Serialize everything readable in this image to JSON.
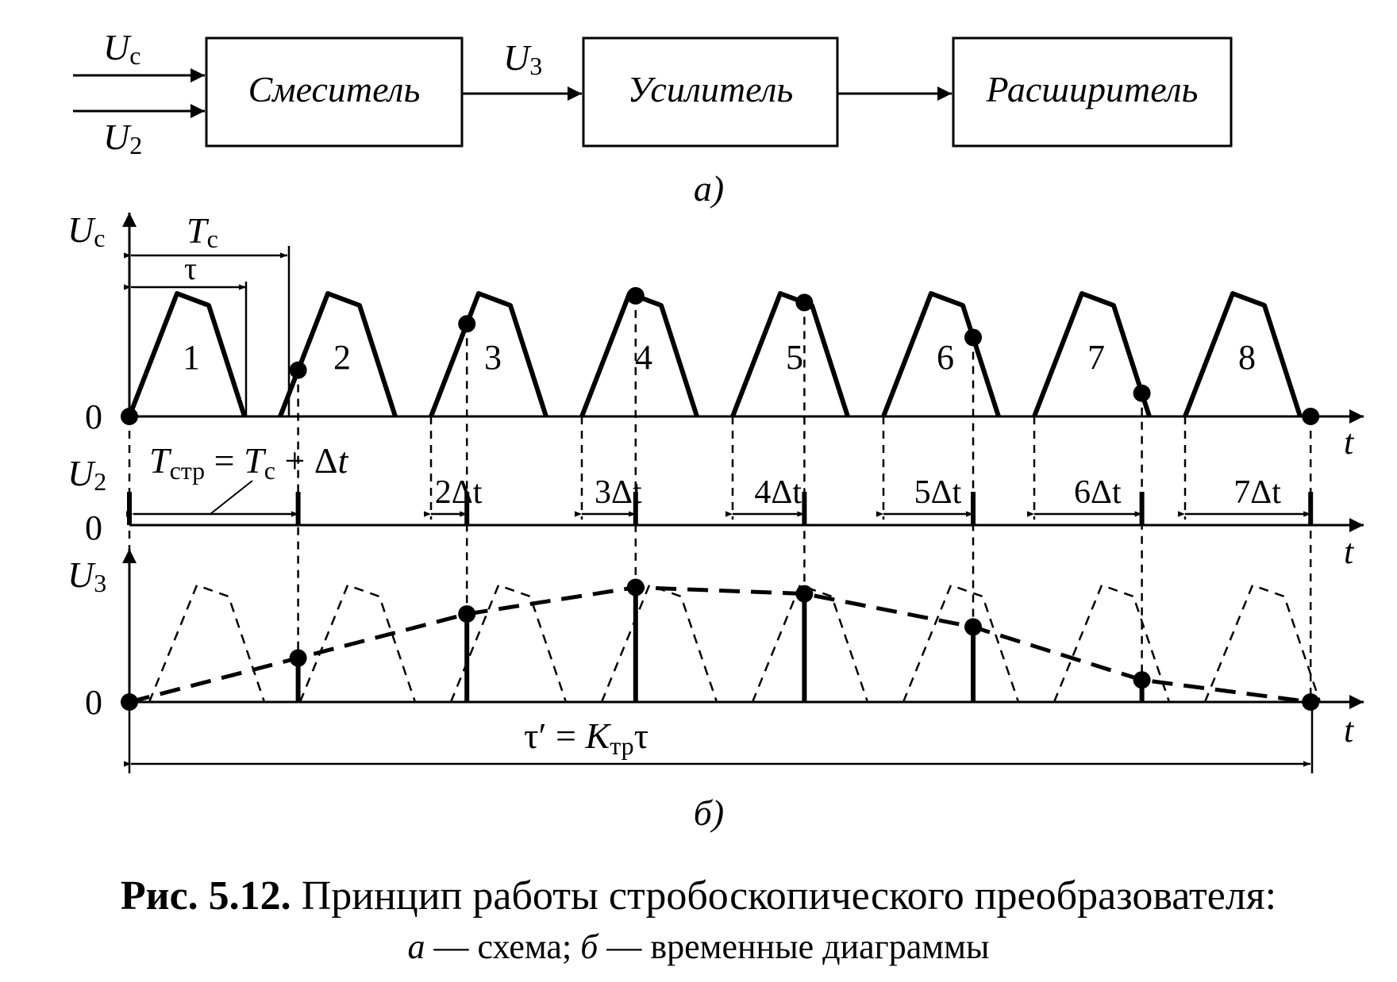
{
  "block_diagram": {
    "inputs": [
      {
        "sym": "U",
        "sub": "с"
      },
      {
        "sym": "U",
        "sub": "2"
      }
    ],
    "blocks": [
      "Смеситель",
      "Усилитель",
      "Расширитель"
    ],
    "link_label": {
      "sym": "U",
      "sub": "3"
    },
    "part_label": "а)"
  },
  "timing": {
    "part_label": "б)",
    "axes": [
      {
        "sym": "U",
        "sub": "с",
        "zero": "0",
        "t": "t"
      },
      {
        "sym": "U",
        "sub": "2",
        "zero": "0",
        "t": "t"
      },
      {
        "sym": "U",
        "sub": "3",
        "zero": "0",
        "t": "t"
      }
    ],
    "period_label": {
      "sym": "T",
      "sub": "с"
    },
    "tau_label": "τ",
    "pulse_numbers": [
      "1",
      "2",
      "3",
      "4",
      "5",
      "6",
      "7",
      "8"
    ],
    "strobe_formula": {
      "lhs": "T",
      "lhs_sub": "стр",
      "eq": " = ",
      "rhs": "T",
      "rhs_sub": "с",
      "plus": " + Δ",
      "t": "t"
    },
    "delays": [
      "2Δt",
      "3Δt",
      "4Δt",
      "5Δt",
      "6Δt",
      "7Δt"
    ],
    "stretch_formula": {
      "lhs": "τ′ = ",
      "k": "K",
      "k_sub": "тр",
      "rhs": "τ"
    }
  },
  "caption": {
    "bold": "Рис. 5.12.",
    "title": " Принцип работы стробоскопического преобразователя:",
    "line2_a": "а",
    "line2_a_text": " —  схема; ",
    "line2_b": "б",
    "line2_b_text": " — временные диаграммы"
  }
}
